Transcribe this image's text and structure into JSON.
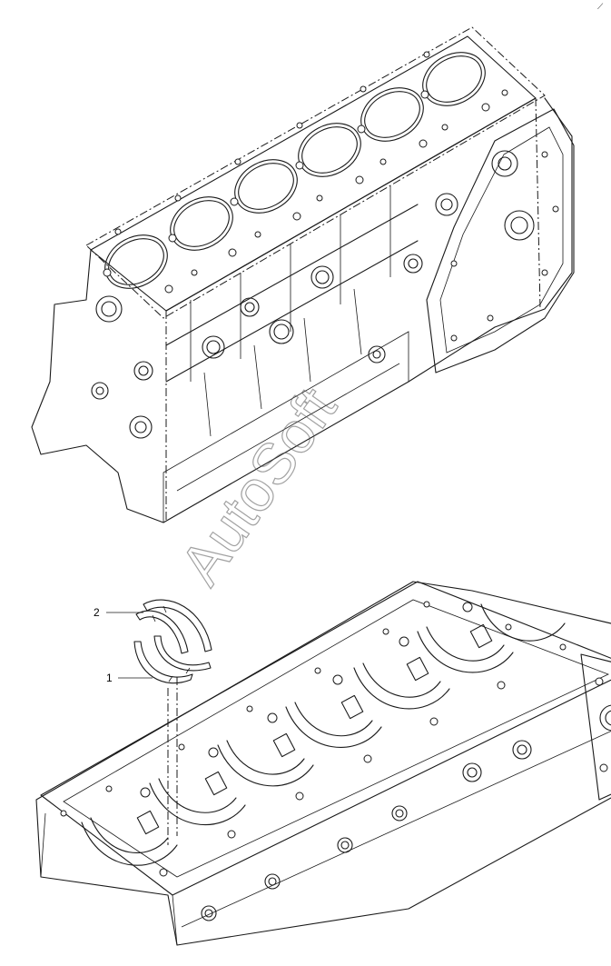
{
  "callouts": [
    {
      "number": "1",
      "part": "thrust-washer-lower"
    },
    {
      "number": "2",
      "part": "thrust-washer-upper"
    }
  ],
  "watermark": "AutoSoft",
  "corner_mark": "⟋",
  "colors": {
    "line": "#1a1a1a",
    "background": "#ffffff",
    "watermark": "#555555"
  }
}
